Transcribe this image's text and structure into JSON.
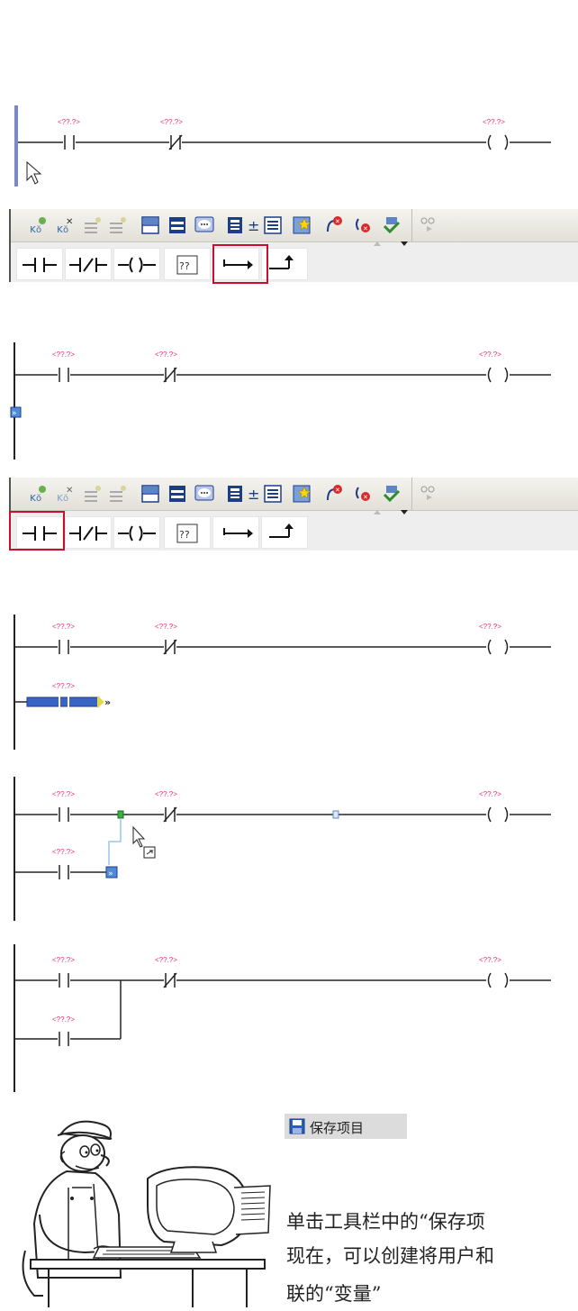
{
  "ladder": {
    "operand_placeholder": "<??.?>"
  },
  "toolbar": {
    "top_icons": [
      "insert-network-icon",
      "delete-network-icon",
      "insert-row-icon",
      "delete-row-icon",
      "collapse-networks-icon",
      "expand-networks-icon",
      "comment-icon",
      "absolute-symbolic-icon",
      "zoom-icon",
      "display-favorites-icon",
      "go-to-next-error-icon",
      "go-to-previous-error-icon",
      "monitoring-icon",
      "modify-icon"
    ],
    "instructions": [
      "normally-open-contact",
      "normally-closed-contact",
      "coil",
      "empty-box",
      "open-branch",
      "close-branch"
    ]
  },
  "save_button": {
    "label": "保存项目"
  },
  "paragraph": {
    "line1": "单击工具栏中的“保存项",
    "line2": "现在，可以创建将用户和",
    "line3": "联的“变量”"
  }
}
